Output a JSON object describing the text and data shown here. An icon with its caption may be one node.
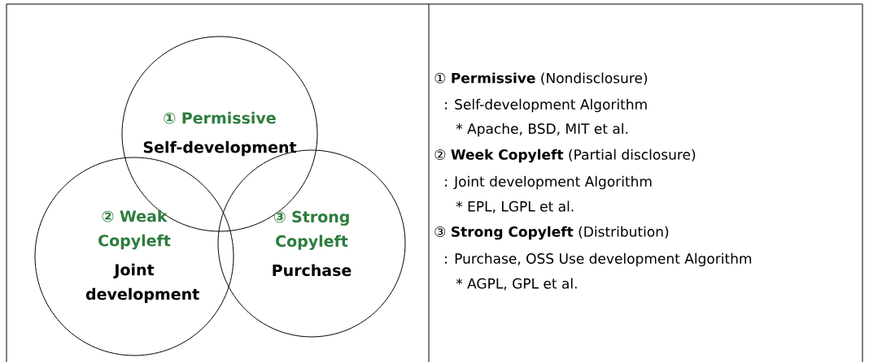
{
  "diagram": {
    "nodes": [
      {
        "text": [
          "① Permissive",
          "Self-development"
        ]
      },
      {
        "text": [
          "② Weak Copyleft",
          "Joint development"
        ]
      },
      {
        "text": [
          "③ Strong Copyleft",
          "Purchase"
        ]
      }
    ],
    "labels": [
      "① **Permissive** (Nondisclosure)",
      ": Self-development Algorithm",
      "* Apache, BSD, MIT et al.",
      "② **Week Copyleft** (Partial disclosure)",
      ": Joint development Algorithm",
      "* EPL, LGPL et al.",
      "③ **Strong Copyleft** (Distribution)",
      ": Purchase, OSS Use development Algorithm",
      "* AGPL, GPL et al."
    ]
  }
}
